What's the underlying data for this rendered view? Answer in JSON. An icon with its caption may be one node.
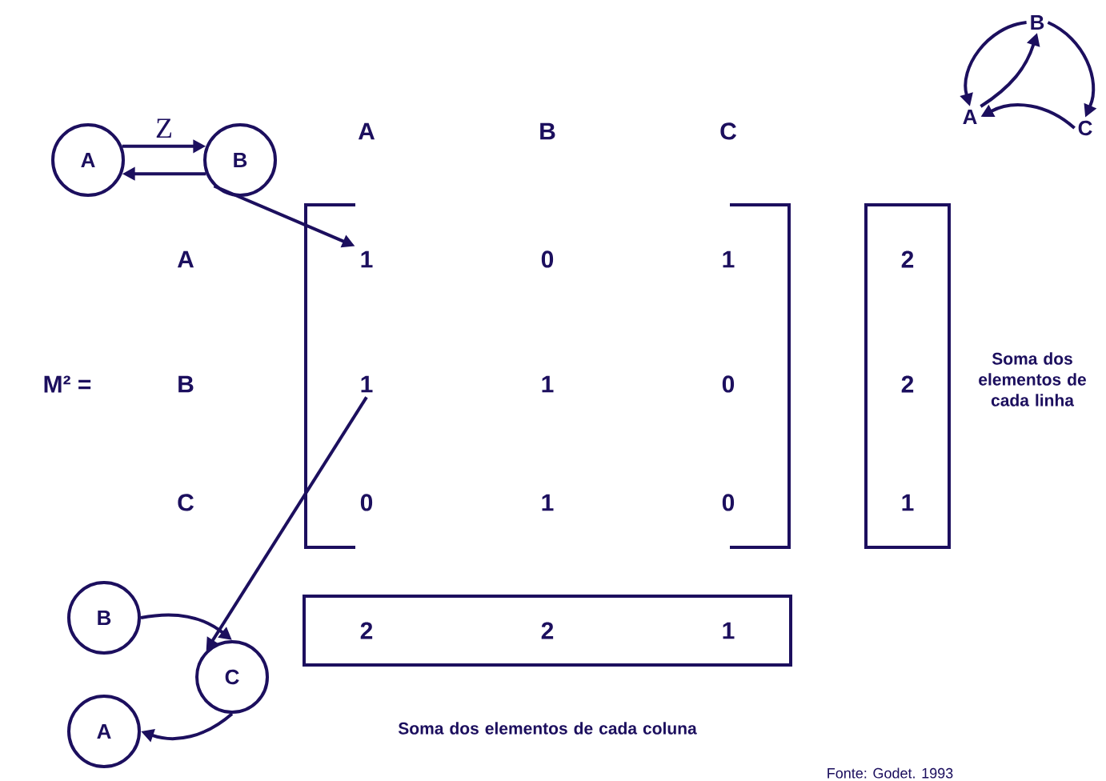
{
  "diagram": {
    "nodes": [
      {
        "text": [
          "A"
        ]
      },
      {
        "text": [
          "B"
        ]
      },
      {
        "text": [
          "1"
        ]
      },
      {
        "text": [
          "1"
        ]
      },
      {
        "text": [
          "B"
        ]
      },
      {
        "text": [
          "C"
        ]
      },
      {
        "text": [
          "A"
        ]
      },
      {
        "text": [
          "B"
        ]
      },
      {
        "text": [
          "A"
        ]
      },
      {
        "text": [
          "C"
        ]
      },
      {
        "text": [
          "2",
          "2",
          "1"
        ]
      },
      {
        "text": [
          "2",
          "2",
          "1"
        ]
      }
    ],
    "edges": [
      {
        "from": 0,
        "to": 1,
        "arrow": "to",
        "label": "Z"
      },
      {
        "from": 1,
        "to": 0,
        "arrow": "to"
      },
      {
        "from": 1,
        "to": 2,
        "arrow": "to"
      },
      {
        "from": 3,
        "to": 5,
        "arrow": "to"
      },
      {
        "from": 4,
        "to": 5,
        "arrow": "to"
      },
      {
        "from": 5,
        "to": 6,
        "arrow": "to"
      },
      {
        "from": 7,
        "to": 8,
        "arrow": "to"
      },
      {
        "from": 8,
        "to": 7,
        "arrow": "to"
      },
      {
        "from": 7,
        "to": 9,
        "arrow": "to"
      },
      {
        "from": 9,
        "to": 8,
        "arrow": "to"
      }
    ],
    "labels": [
      "A",
      "B",
      "C",
      "M² =",
      "A",
      "0",
      "1",
      "Soma dos elementos de cada linha",
      "B",
      "1",
      "0",
      "C",
      "0",
      "1",
      "0",
      "Soma dos elementos de cada coluna",
      "Fonte: Godet. 1993"
    ]
  }
}
